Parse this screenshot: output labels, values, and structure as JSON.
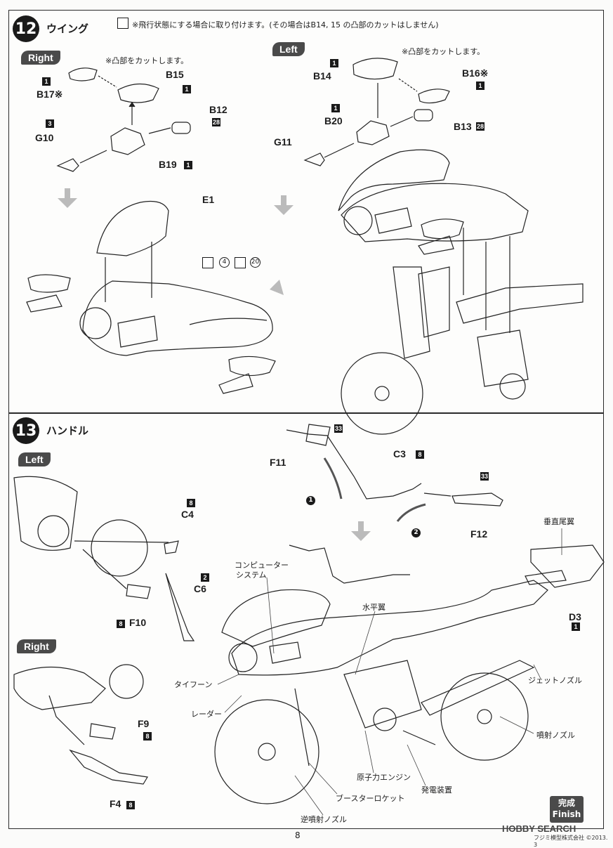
{
  "step12": {
    "number": "12",
    "title": "ウイング",
    "note": "※飛行状態にする場合に取り付けます。(その場合はB14, 15 の凸部のカットはしません)",
    "right_tag": "Right",
    "left_tag": "Left",
    "cut_note_right": "※凸部をカットします。",
    "cut_note_left": "※凸部をカットします。",
    "parts": {
      "b15": "B15",
      "b15_box": "1",
      "b17": "B17※",
      "b17_box": "1",
      "b12": "B12",
      "b12_box": "28",
      "g10": "G10",
      "g10_box": "3",
      "b19": "B19",
      "b19_box": "1",
      "b14": "B14",
      "b14_box": "1",
      "b16": "B16※",
      "b16_box": "1",
      "b20": "B20",
      "b20_box": "1",
      "b13": "B13",
      "b13_box": "28",
      "g11": "G11",
      "e1": "E1"
    },
    "paint_ref1": "4",
    "paint_ref2": "20"
  },
  "step13": {
    "number": "13",
    "title": "ハンドル",
    "left_tag": "Left",
    "right_tag": "Right",
    "parts": {
      "f11": "F11",
      "f11_box": "33",
      "c3": "C3",
      "c3_box": "8",
      "f12": "F12",
      "f12_box": "33",
      "c4": "C4",
      "c4_box": "8",
      "c6": "C6",
      "c6_box": "2",
      "f10": "F10",
      "f10_box": "8",
      "f9": "F9",
      "f9_box": "8",
      "f4": "F4",
      "f4_box": "8",
      "d3": "D3",
      "d3_box": "1"
    },
    "order1": "1",
    "order2": "2",
    "callouts": {
      "tail_fin": "垂直尾翼",
      "computer": "コンピューター",
      "system": "システム",
      "horizontal_wing": "水平翼",
      "typhoon": "タイフーン",
      "radar": "レーダー",
      "jet_nozzle": "ジェットノズル",
      "injection_nozzle": "噴射ノズル",
      "atomic_engine": "原子力エンジン",
      "generator": "発電装置",
      "booster_rocket": "ブースターロケット",
      "reverse_nozzle": "逆噴射ノズル"
    },
    "finish_jp": "完成",
    "finish_en": "Finish"
  },
  "footer": {
    "page_number": "8",
    "watermark": "HOBBY SEARCH",
    "copyright": "フジミ模型株式会社 ©2013. 3"
  }
}
